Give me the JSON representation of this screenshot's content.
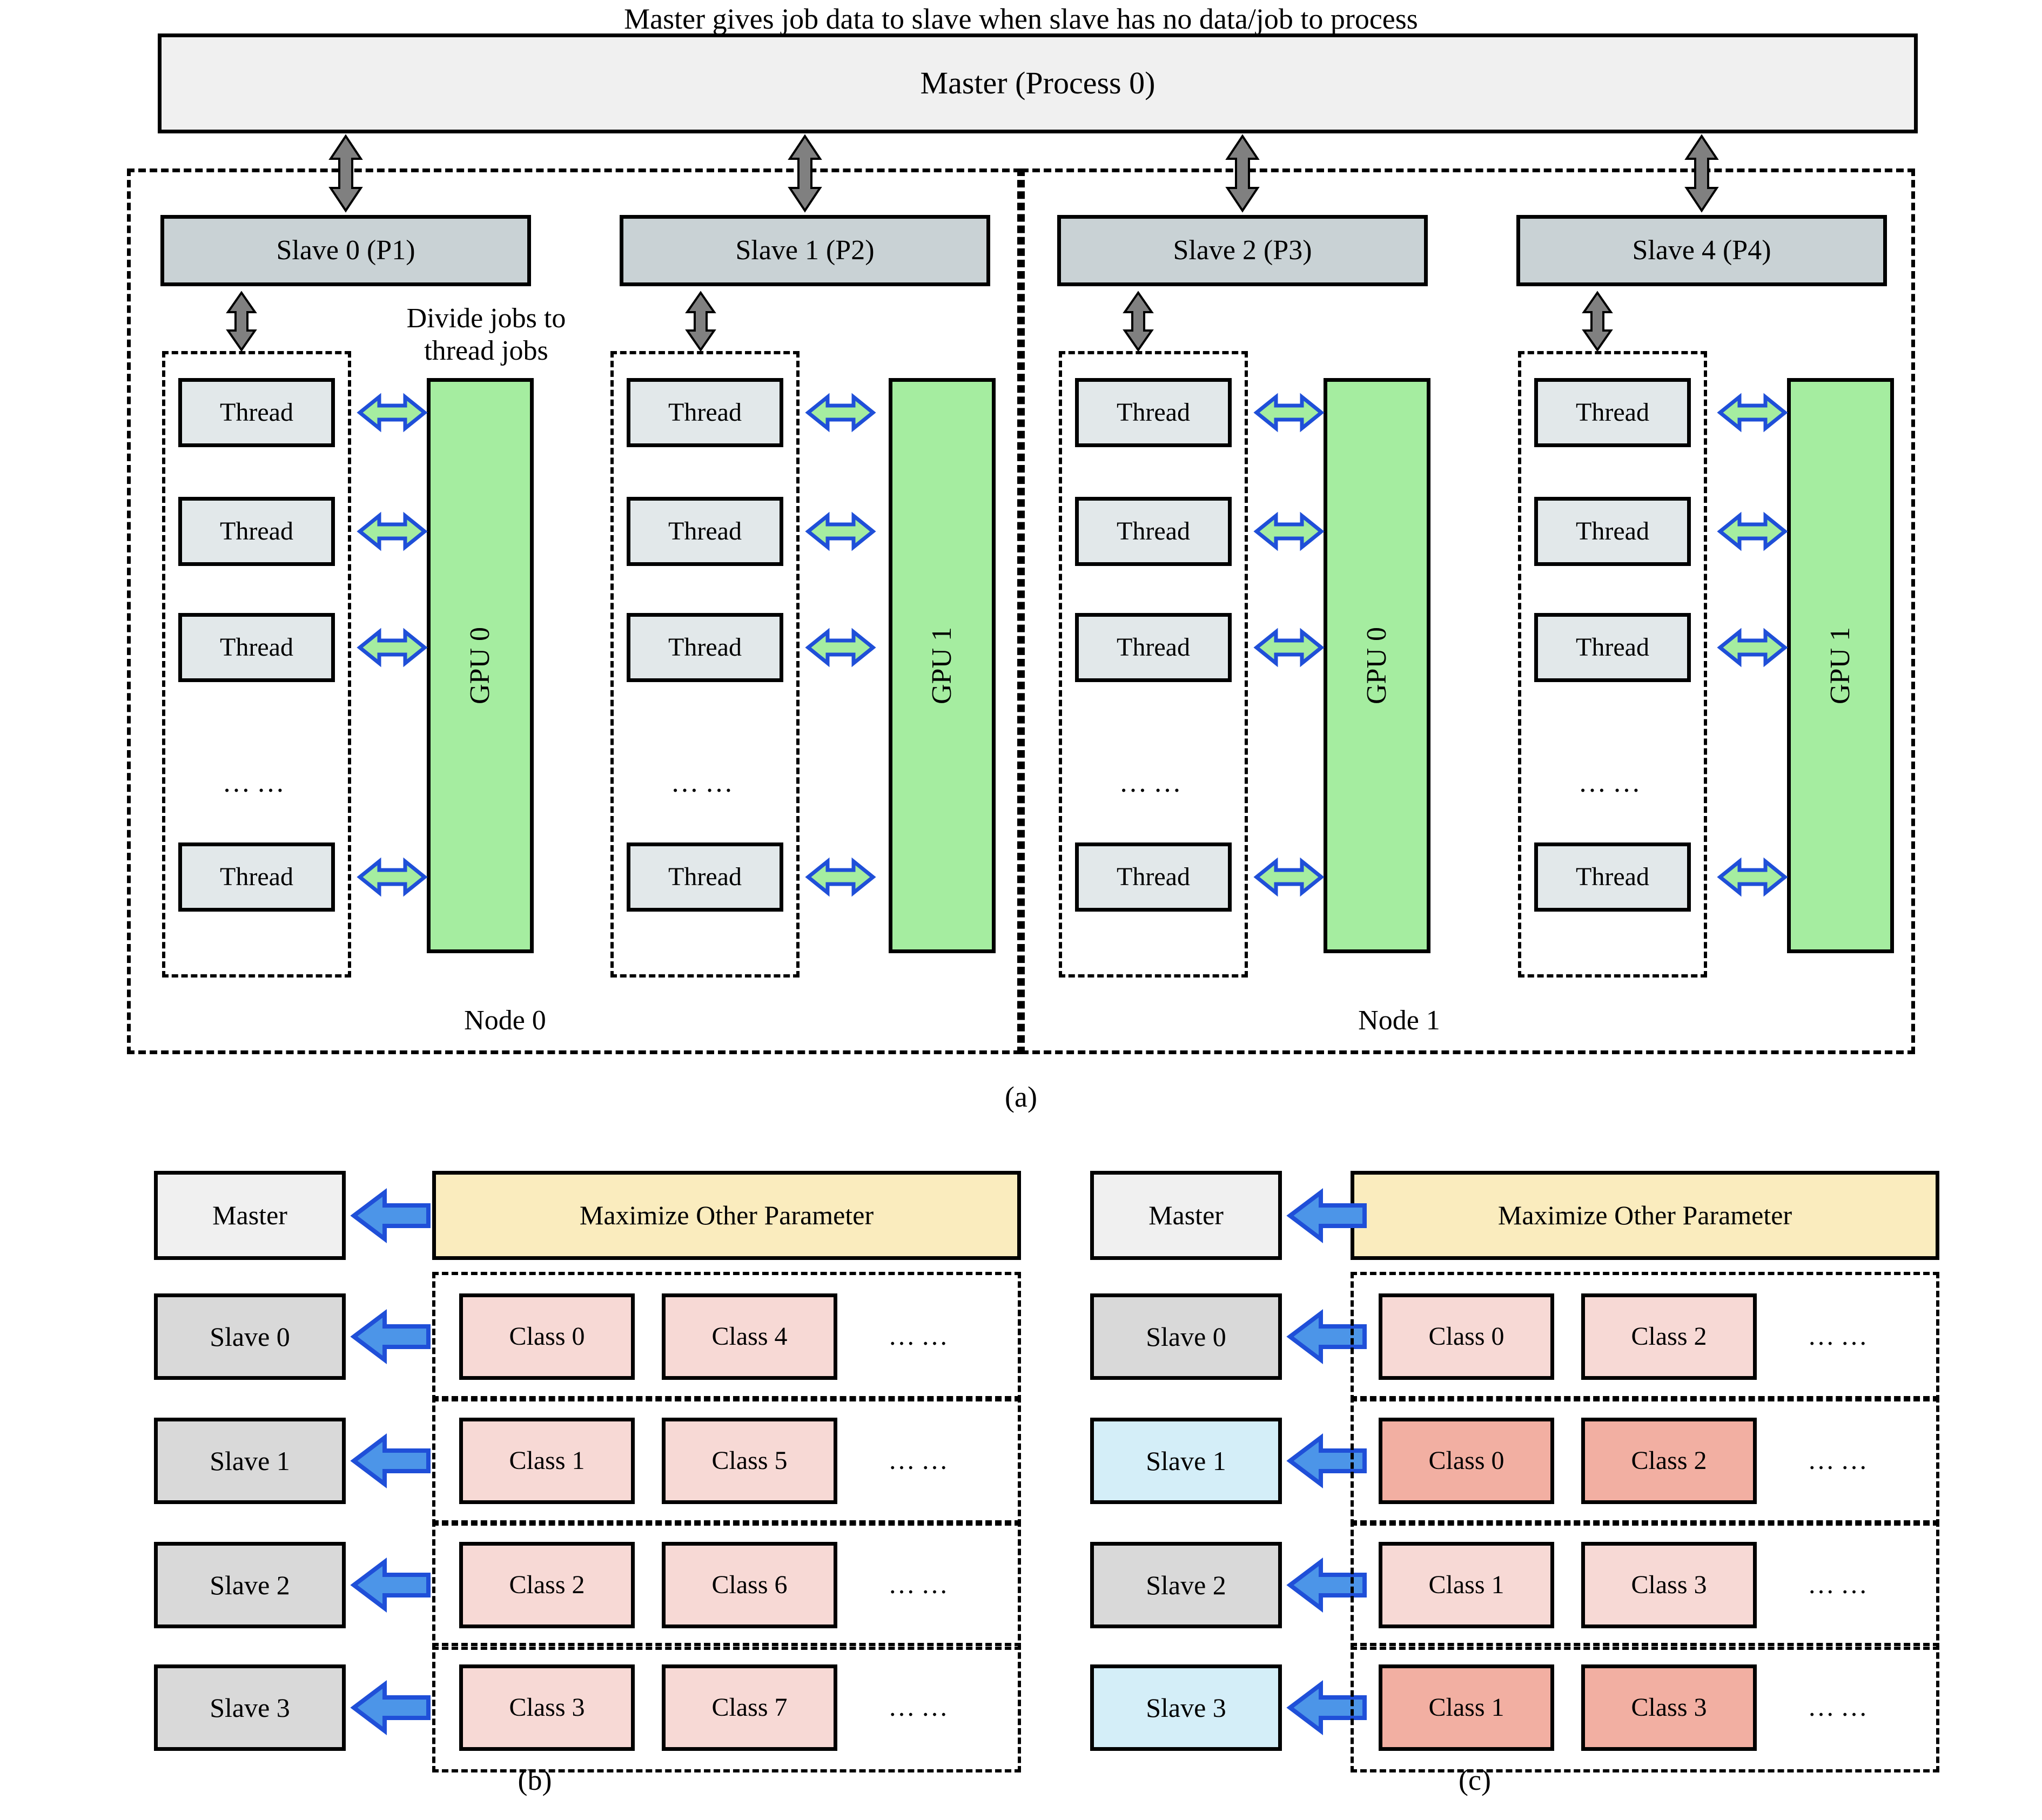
{
  "figure": {
    "caption_top": "Master gives job data to slave when slave has no data/job to process",
    "panel_a_label": "(a)",
    "panel_b_label": "(b)",
    "panel_c_label": "(c)"
  },
  "colors": {
    "master_fill": "#f0f0f0",
    "slave_fill": "#c9d2d5",
    "thread_fill": "#e2e8ea",
    "gpu_fill": "#a5eda0",
    "grey_fill": "#d9d9d9",
    "lightblue_fill": "#d4eef8",
    "yellow_fill": "#faecbe",
    "pink_fill": "#f7d9d5",
    "darkpink_fill": "#f2afa2",
    "arrow_grey": "#808080",
    "arrow_blue_stroke": "#1f4fd8",
    "arrow_blue_fill": "#4c95e8",
    "arrow_green_fill": "#a5eda0"
  },
  "panel_a": {
    "master_label": "Master (Process 0)",
    "divide_note_line1": "Divide jobs to",
    "divide_note_line2": "thread jobs",
    "ellipsis": "……",
    "nodes": [
      {
        "name": "Node 0",
        "columns": [
          {
            "slave_label": "Slave 0 (P1)",
            "gpu_label": "GPU 0",
            "threads": [
              "Thread",
              "Thread",
              "Thread",
              "Thread"
            ]
          },
          {
            "slave_label": "Slave 1 (P2)",
            "gpu_label": "GPU 1",
            "threads": [
              "Thread",
              "Thread",
              "Thread",
              "Thread"
            ]
          }
        ]
      },
      {
        "name": "Node 1",
        "columns": [
          {
            "slave_label": "Slave 2 (P3)",
            "gpu_label": "GPU 0",
            "threads": [
              "Thread",
              "Thread",
              "Thread",
              "Thread"
            ]
          },
          {
            "slave_label": "Slave 4 (P4)",
            "gpu_label": "GPU 1",
            "threads": [
              "Thread",
              "Thread",
              "Thread",
              "Thread"
            ]
          }
        ]
      }
    ]
  },
  "panel_b": {
    "header": {
      "left_label": "Master",
      "right_label": "Maximize Other Parameter"
    },
    "ellipsis": "……",
    "rows": [
      {
        "slave_label": "Slave 0",
        "slave_style": "grey",
        "classes": [
          "Class 0",
          "Class 4"
        ],
        "class_style": "pink"
      },
      {
        "slave_label": "Slave 1",
        "slave_style": "grey",
        "classes": [
          "Class 1",
          "Class 5"
        ],
        "class_style": "pink"
      },
      {
        "slave_label": "Slave 2",
        "slave_style": "grey",
        "classes": [
          "Class 2",
          "Class 6"
        ],
        "class_style": "pink"
      },
      {
        "slave_label": "Slave 3",
        "slave_style": "grey",
        "classes": [
          "Class 3",
          "Class 7"
        ],
        "class_style": "pink"
      }
    ]
  },
  "panel_c": {
    "header": {
      "left_label": "Master",
      "right_label": "Maximize Other Parameter"
    },
    "ellipsis": "……",
    "rows": [
      {
        "slave_label": "Slave 0",
        "slave_style": "grey",
        "classes": [
          "Class 0",
          "Class 2"
        ],
        "class_style": "pink"
      },
      {
        "slave_label": "Slave 1",
        "slave_style": "lightblue",
        "classes": [
          "Class 0",
          "Class 2"
        ],
        "class_style": "darkpink"
      },
      {
        "slave_label": "Slave 2",
        "slave_style": "grey",
        "classes": [
          "Class 1",
          "Class 3"
        ],
        "class_style": "pink"
      },
      {
        "slave_label": "Slave 3",
        "slave_style": "lightblue",
        "classes": [
          "Class 1",
          "Class 3"
        ],
        "class_style": "darkpink"
      }
    ]
  }
}
